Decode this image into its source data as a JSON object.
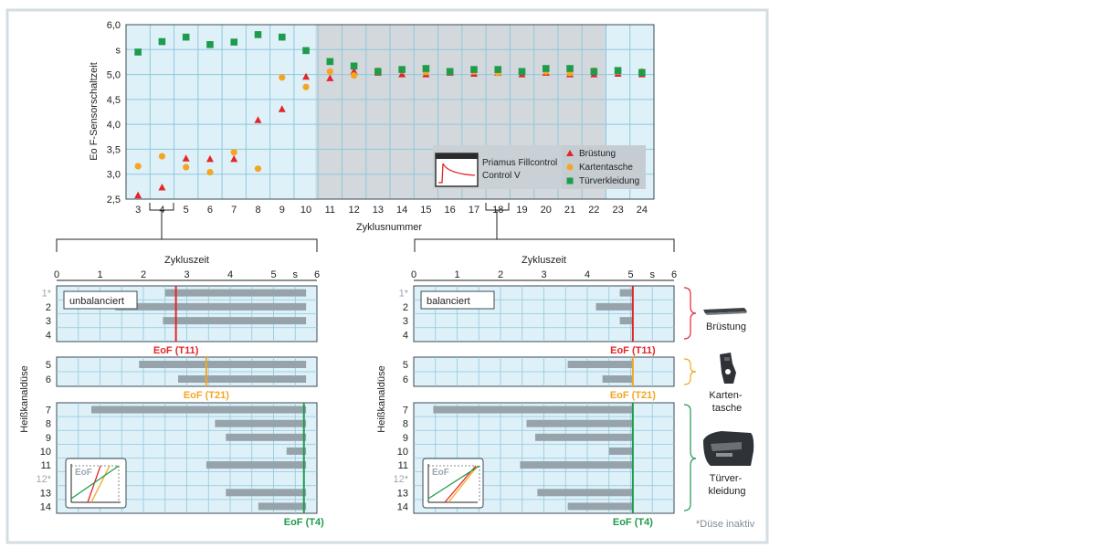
{
  "colors": {
    "frame": "#d3dde2",
    "plot_bg": "#def1f9",
    "grid": "#8fc8dc",
    "axis": "#3a4a54",
    "shade": "#d2d8dc",
    "bar": "#96a3aa",
    "red": "#e3262a",
    "orange": "#f4a623",
    "green": "#1f9b4c",
    "inactive": "#9aa9b2",
    "legend_bg": "#c5cdd2",
    "badge_bg": "#c9d1d6"
  },
  "chart_data": [
    {
      "type": "scatter",
      "xlabel": "Zyklusnummer",
      "ylabel": "Eo F-Sensorschaltzeit",
      "xlim": [
        2.5,
        24.5
      ],
      "ylim": [
        2.5,
        6.0
      ],
      "x_ticks": [
        "3",
        "4",
        "5",
        "6",
        "7",
        "8",
        "9",
        "10",
        "11",
        "12",
        "13",
        "14",
        "15",
        "16",
        "17",
        "18",
        "19",
        "20",
        "21",
        "22",
        "23",
        "24"
      ],
      "y_ticks": [
        "2,5",
        "3,0",
        "3,5",
        "4,0",
        "4,5",
        "5,0",
        "s",
        "6,0"
      ],
      "y_tick_values": [
        2.5,
        3.0,
        3.5,
        4.0,
        4.5,
        5.0,
        5.5,
        6.0
      ],
      "shaded_range": [
        10.4,
        22.5
      ],
      "grid": true,
      "legend_position": "lower-right",
      "series": [
        {
          "name": "Brüstung",
          "marker": "triangle",
          "color_key": "red",
          "x": [
            3,
            4,
            5,
            6,
            7,
            8,
            9,
            10,
            11,
            12,
            13,
            14,
            15,
            16,
            17,
            18,
            19,
            20,
            21,
            22,
            23,
            24
          ],
          "y": [
            2.57,
            2.73,
            3.31,
            3.3,
            3.3,
            4.08,
            4.3,
            4.95,
            4.92,
            5.06,
            5.03,
            5.0,
            5.0,
            5.03,
            5.01,
            5.03,
            5.0,
            5.03,
            5.0,
            5.0,
            5.01,
            5.0
          ]
        },
        {
          "name": "Kartentasche",
          "marker": "circle",
          "color_key": "orange",
          "x": [
            3,
            4,
            5,
            6,
            7,
            8,
            9,
            10,
            11,
            12,
            13,
            14,
            15,
            16,
            17,
            18,
            19,
            20,
            21,
            22,
            23,
            24
          ],
          "y": [
            3.16,
            3.36,
            3.14,
            3.04,
            3.44,
            3.11,
            4.94,
            4.75,
            5.06,
            4.98,
            5.08,
            5.08,
            5.05,
            5.06,
            5.06,
            5.03,
            5.06,
            5.06,
            5.03,
            5.08,
            5.06,
            5.06
          ]
        },
        {
          "name": "Türverkleidung",
          "marker": "square",
          "color_key": "green",
          "x": [
            3,
            4,
            5,
            6,
            7,
            8,
            9,
            10,
            11,
            12,
            13,
            14,
            15,
            16,
            17,
            18,
            19,
            20,
            21,
            22,
            23,
            24
          ],
          "y": [
            5.45,
            5.66,
            5.75,
            5.6,
            5.65,
            5.8,
            5.75,
            5.48,
            5.26,
            5.17,
            5.06,
            5.1,
            5.12,
            5.06,
            5.1,
            5.1,
            5.06,
            5.12,
            5.12,
            5.06,
            5.08,
            5.04
          ]
        }
      ]
    },
    {
      "type": "bar",
      "orientation": "horizontal",
      "label": "unbalanciert",
      "xlabel": "Zykluszeit",
      "xlim": [
        0,
        6
      ],
      "x_ticks": [
        "0",
        "1",
        "2",
        "3",
        "4",
        "5",
        "s",
        "6"
      ],
      "groups": [
        {
          "rows": [
            "1*",
            "2",
            "3",
            "4"
          ],
          "bars": [
            {
              "row": "1*",
              "start": 2.5,
              "end": 5.75
            },
            {
              "row": "2",
              "start": 1.35,
              "end": 5.75
            },
            {
              "row": "3",
              "start": 2.45,
              "end": 5.75
            },
            {
              "row": "4",
              "start": null,
              "end": null
            }
          ],
          "eof_label": "EoF (T11)",
          "eof_value": 2.75,
          "color_key": "red"
        },
        {
          "rows": [
            "5",
            "6"
          ],
          "bars": [
            {
              "row": "5",
              "start": 1.9,
              "end": 5.75
            },
            {
              "row": "6",
              "start": 2.8,
              "end": 5.75
            }
          ],
          "eof_label": "EoF (T21)",
          "eof_value": 3.45,
          "color_key": "orange"
        },
        {
          "rows": [
            "7",
            "8",
            "9",
            "10",
            "11",
            "12*",
            "13",
            "14"
          ],
          "bars": [
            {
              "row": "7",
              "start": 0.8,
              "end": 5.75
            },
            {
              "row": "8",
              "start": 3.65,
              "end": 5.75
            },
            {
              "row": "9",
              "start": 3.9,
              "end": 5.75
            },
            {
              "row": "10",
              "start": 5.3,
              "end": 5.75
            },
            {
              "row": "11",
              "start": 3.45,
              "end": 5.75
            },
            {
              "row": "12*",
              "start": null,
              "end": null
            },
            {
              "row": "13",
              "start": 3.9,
              "end": 5.75
            },
            {
              "row": "14",
              "start": 4.65,
              "end": 5.75
            }
          ],
          "eof_label": "EoF (T4)",
          "eof_value": 5.7,
          "color_key": "green"
        }
      ]
    },
    {
      "type": "bar",
      "orientation": "horizontal",
      "label": "balanciert",
      "xlabel": "Zykluszeit",
      "xlim": [
        0,
        6
      ],
      "x_ticks": [
        "0",
        "1",
        "2",
        "3",
        "4",
        "5",
        "s",
        "6"
      ],
      "groups": [
        {
          "rows": [
            "1*",
            "2",
            "3",
            "4"
          ],
          "bars": [
            {
              "row": "1*",
              "start": 4.75,
              "end": 5.05
            },
            {
              "row": "2",
              "start": 4.2,
              "end": 5.05
            },
            {
              "row": "3",
              "start": 4.75,
              "end": 5.05
            },
            {
              "row": "4",
              "start": null,
              "end": null
            }
          ],
          "eof_label": "EoF (T11)",
          "eof_value": 5.05,
          "color_key": "red"
        },
        {
          "rows": [
            "5",
            "6"
          ],
          "bars": [
            {
              "row": "5",
              "start": 3.55,
              "end": 5.05
            },
            {
              "row": "6",
              "start": 4.35,
              "end": 5.05
            }
          ],
          "eof_label": "EoF (T21)",
          "eof_value": 5.05,
          "color_key": "orange"
        },
        {
          "rows": [
            "7",
            "8",
            "9",
            "10",
            "11",
            "12*",
            "13",
            "14"
          ],
          "bars": [
            {
              "row": "7",
              "start": 0.45,
              "end": 5.05
            },
            {
              "row": "8",
              "start": 2.6,
              "end": 5.05
            },
            {
              "row": "9",
              "start": 2.8,
              "end": 5.05
            },
            {
              "row": "10",
              "start": 4.5,
              "end": 5.05
            },
            {
              "row": "11",
              "start": 2.45,
              "end": 5.05
            },
            {
              "row": "12*",
              "start": null,
              "end": null
            },
            {
              "row": "13",
              "start": 2.85,
              "end": 5.05
            },
            {
              "row": "14",
              "start": 3.55,
              "end": 5.05
            }
          ],
          "eof_label": "EoF (T4)",
          "eof_value": 5.05,
          "color_key": "green"
        }
      ]
    }
  ],
  "side_labels": {
    "ylabel": "Heißkanaldüse",
    "device": "Priamus Fillcontrol Control V",
    "inset_label": "EoF",
    "note": "*Düse inaktiv",
    "parts": [
      "Brüstung",
      "Karten-tasche",
      "Türver-kleidung"
    ]
  }
}
